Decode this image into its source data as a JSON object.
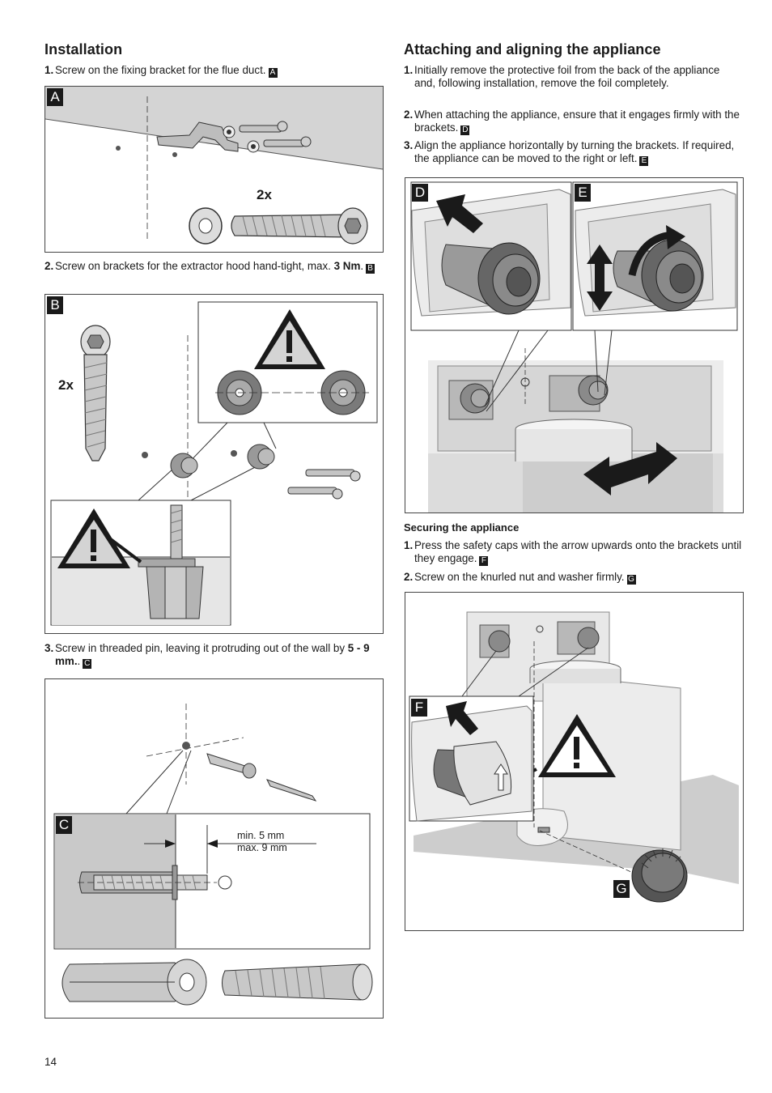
{
  "left": {
    "heading": "Installation",
    "step1": {
      "num": "1.",
      "text": "Screw on the fixing bracket for the flue duct.",
      "badge": "A"
    },
    "step2": {
      "num": "2.",
      "text": "Screw on brackets for the extractor hood hand-tight, max. ",
      "bold": "3 Nm",
      "tail": ".",
      "badge": "B"
    },
    "step3": {
      "num": "3.",
      "text": "Screw in threaded pin, leaving it protruding out of the wall by ",
      "bold": "5 - 9 mm.",
      "tail": ".",
      "badge": "C"
    }
  },
  "right": {
    "heading": "Attaching and aligning the appliance",
    "steps": [
      {
        "num": "1.",
        "text": "Initially remove the protective foil from the back of the appliance and, following installation, remove the foil completely."
      },
      {
        "num": "2.",
        "text": "When attaching the appliance, ensure that it engages firmly with the brackets.",
        "badge": "D"
      },
      {
        "num": "3.",
        "text": "Align the appliance horizontally by turning the brackets. If required, the appliance can be moved to the right or left.",
        "badge": "E"
      }
    ],
    "subheading": "Securing the appliance",
    "secure_steps": [
      {
        "num": "1.",
        "text": "Press the safety caps with the arrow upwards onto the brackets until they engage.",
        "badge": "F"
      },
      {
        "num": "2.",
        "text": "Screw on the knurled nut and washer firmly.",
        "badge": "G"
      }
    ]
  },
  "figures": {
    "A": {
      "letter": "A",
      "label": "2x"
    },
    "B": {
      "letter": "B",
      "label": "2x"
    },
    "C": {
      "letter": "C",
      "min": "min. 5 mm",
      "max": "max. 9 mm"
    },
    "D": {
      "letter": "D"
    },
    "E": {
      "letter": "E"
    },
    "F": {
      "letter": "F"
    },
    "G": {
      "letter": "G"
    }
  },
  "page_number": "14",
  "colors": {
    "text": "#1a1a1a",
    "figure_gray": "#d4d4d4",
    "screw_gray": "#b8b8b8"
  }
}
